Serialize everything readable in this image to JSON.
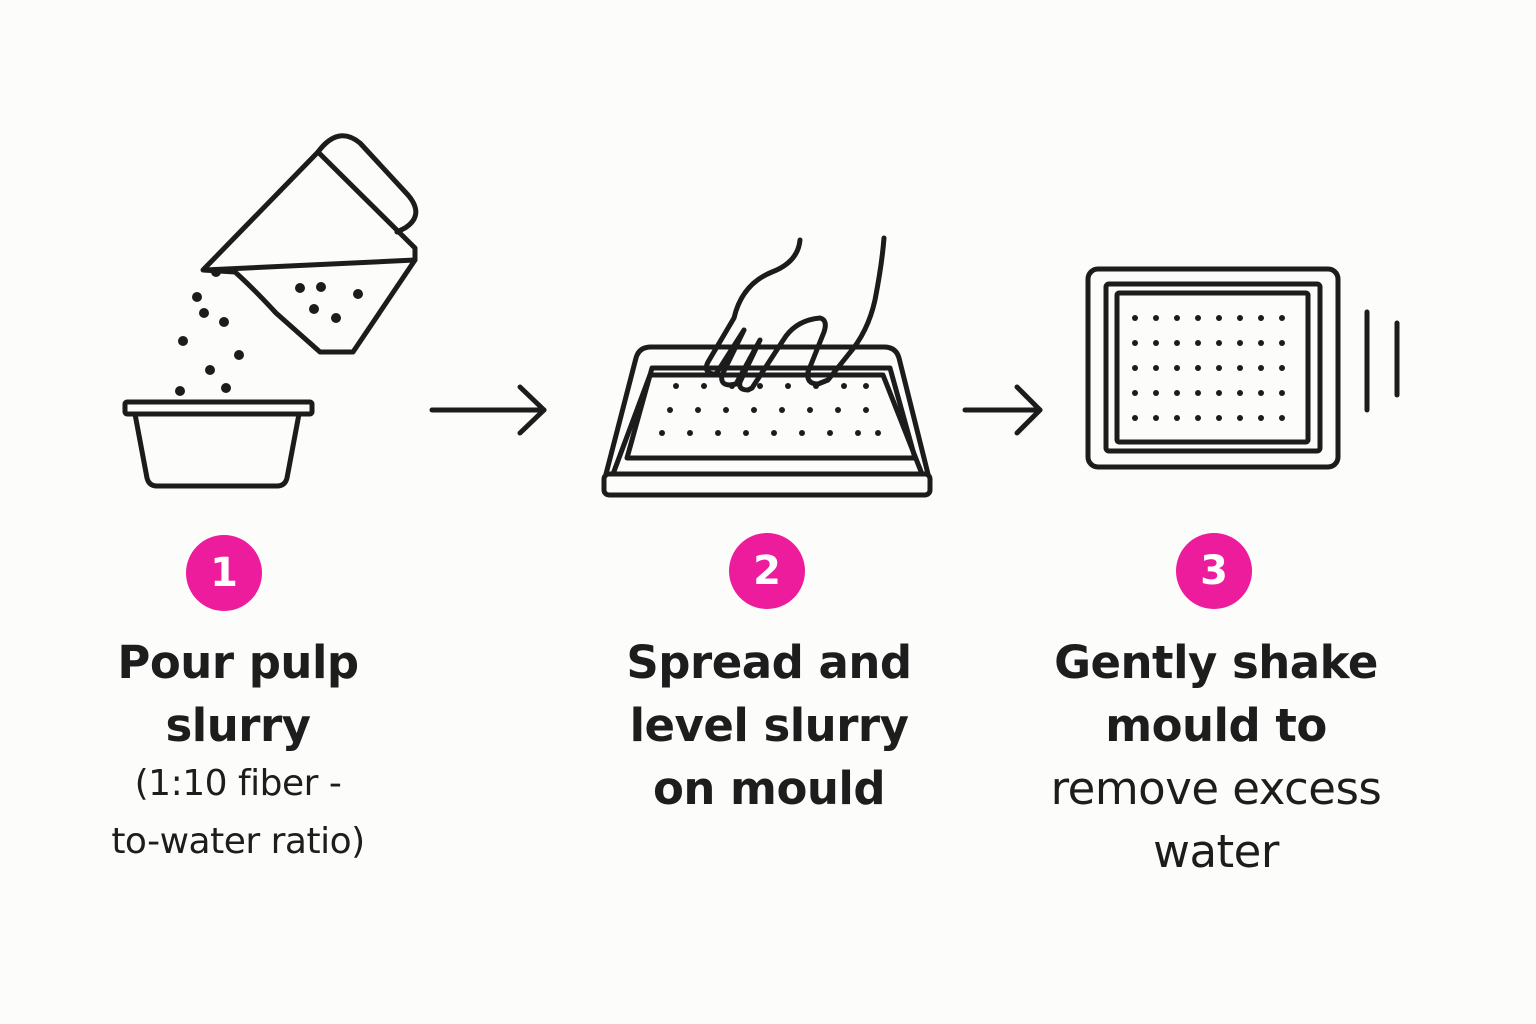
{
  "steps": [
    {
      "number": "1",
      "title_lines": [
        "Pour pulp",
        "slurry"
      ],
      "detail_lines": [
        "(1:10 fiber -",
        "to-water ratio)"
      ],
      "icon": "pouring-jug-icon"
    },
    {
      "number": "2",
      "title_lines": [
        "Spread and",
        "level slurry",
        "on mould"
      ],
      "icon": "hand-spreading-on-mould-icon"
    },
    {
      "number": "3",
      "title_lines": [
        "Gently shake",
        "mould to",
        "remove excess",
        "water"
      ],
      "icon": "shaking-mould-icon"
    }
  ],
  "arrows": [
    "arrow-right-icon",
    "arrow-right-icon"
  ],
  "colors": {
    "accent": "#ec1c9c",
    "ink": "#1d1d1d",
    "background": "#fcfcfa"
  }
}
